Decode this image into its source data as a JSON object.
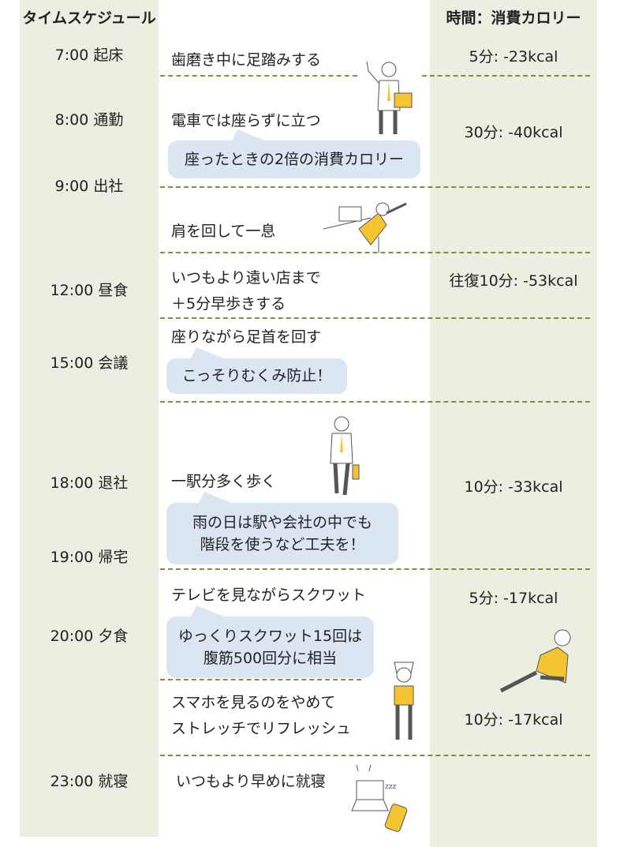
{
  "header": {
    "schedule": "タイムスケジュール",
    "calories": "時間：消費カロリー"
  },
  "times": [
    "7:00 起床",
    "8:00 通勤",
    "9:00 出社",
    "12:00 昼食",
    "15:00 会議",
    "18:00 退社",
    "19:00 帰宅",
    "20:00 夕食",
    "23:00 就寝"
  ],
  "activities": {
    "a1": "歯磨き中に足踏みする",
    "a2": "電車では座らずに立つ",
    "b2": "座ったときの2倍の消費カロリー",
    "a3": "肩を回して一息",
    "a4_1": "いつもより遠い店まで",
    "a4_2": "＋5分早歩きする",
    "a5": "座りながら足首を回す",
    "b5": "こっそりむくみ防止！",
    "a6": "一駅分多く歩く",
    "b6_1": "雨の日は駅や会社の中でも",
    "b6_2": "階段を使うなど工夫を！",
    "a7": "テレビを見ながらスクワット",
    "b7_1": "ゆっくりスクワット15回は",
    "b7_2": "腹筋500回分に相当",
    "a8_1": "スマホを見るのをやめて",
    "a8_2": "ストレッチでリフレッシュ",
    "a9": "いつもより早めに就寝"
  },
  "calories": [
    "5分: -23kcal",
    "30分: -40kcal",
    "往復10分: -53kcal",
    "10分: -33kcal",
    "5分: -17kcal",
    "10分: -17kcal"
  ],
  "colors": {
    "column": "#ebeee0",
    "dash": "#77933c",
    "bubble": "#dce6f2",
    "accent": "#f5c531"
  }
}
